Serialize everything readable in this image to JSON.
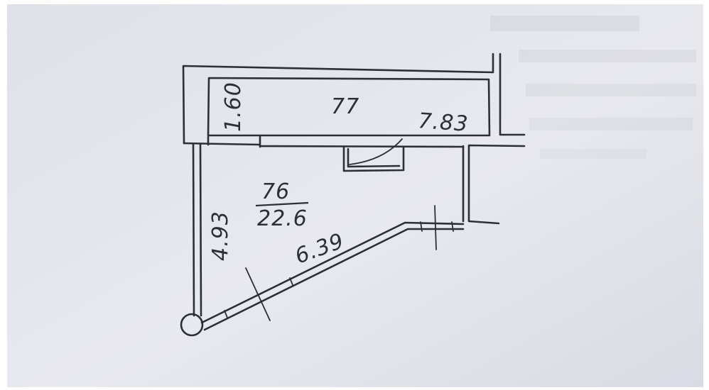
{
  "plan": {
    "room_top": {
      "number": "77",
      "width_label": "1.60",
      "length_label": "7.83"
    },
    "room_main": {
      "number": "76",
      "area": "22.6",
      "height_label": "4.93",
      "diagonal_label": "6.39"
    }
  },
  "colors": {
    "paper": "#e4e6ec",
    "ink": "#2b2f38"
  }
}
